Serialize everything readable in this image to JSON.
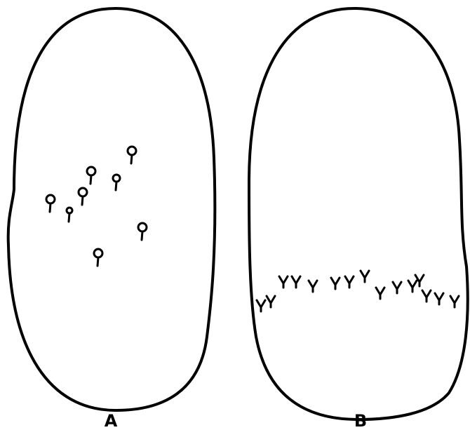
{
  "panels": [
    {
      "label": "A",
      "mark_type": "club-shaped-marks"
    },
    {
      "label": "B",
      "mark_type": "forked-marks-in-band"
    }
  ]
}
